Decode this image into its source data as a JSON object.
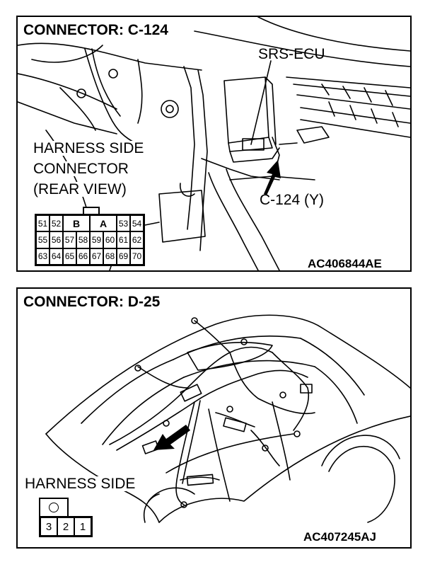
{
  "panel_top": {
    "title": "CONNECTOR: C-124",
    "label_ecu": "SRS-ECU",
    "harness_line1": "HARNESS SIDE",
    "harness_line2": "CONNECTOR",
    "harness_line3": "(REAR VIEW)",
    "connector_label": "C-124 (Y)",
    "figure_code": "AC406844AE",
    "pins_row1": [
      "51",
      "52",
      "B",
      "A",
      "53",
      "54"
    ],
    "pins_row2": [
      "55",
      "56",
      "57",
      "58",
      "59",
      "60",
      "61",
      "62"
    ],
    "pins_row3": [
      "63",
      "64",
      "65",
      "66",
      "67",
      "68",
      "69",
      "70"
    ]
  },
  "panel_bottom": {
    "title": "CONNECTOR: D-25",
    "harness_label": "HARNESS SIDE",
    "pins": [
      "3",
      "2",
      "1"
    ],
    "figure_code": "AC407245AJ"
  }
}
